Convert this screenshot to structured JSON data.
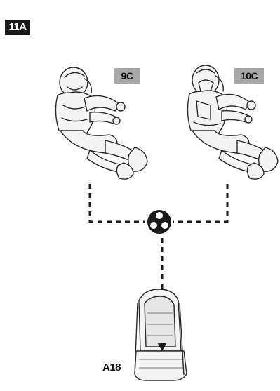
{
  "step": {
    "number": "11A"
  },
  "parts": {
    "left_figure_tag": "9C",
    "right_figure_tag": "10C",
    "seat_code": "A18"
  },
  "icons": {
    "junction": "choice-junction-icon"
  },
  "colors": {
    "badge_bg": "#1a1a1a",
    "tag_bg": "#a9a9a9",
    "line": "#1a1a1a"
  }
}
